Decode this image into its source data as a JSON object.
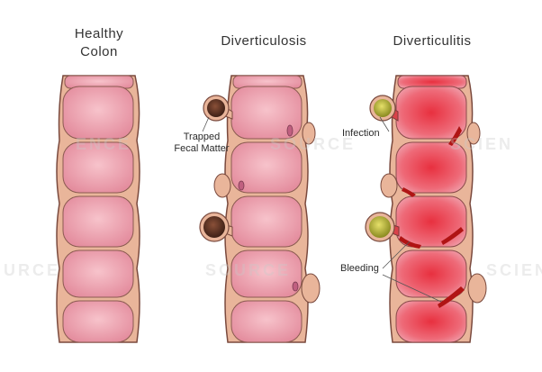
{
  "titles": {
    "healthy_line1": "Healthy",
    "healthy_line2": "Colon",
    "diverticulosis": "Diverticulosis",
    "diverticulitis": "Diverticulitis"
  },
  "labels": {
    "trapped_line1": "Trapped",
    "trapped_line2": "Fecal Matter",
    "infection": "Infection",
    "bleeding": "Bleeding"
  },
  "watermarks": {
    "left": "URCE",
    "mid1": "ENCE",
    "mid2": "SOURCE",
    "mid3": "SOURCE",
    "right1": "SCIEN",
    "right2": "SCIEN"
  },
  "colors": {
    "wall": "#e9b59a",
    "outline": "#7a4a3e",
    "lumen": "#e89aa8",
    "lumen_light": "#f3b9c2",
    "inflamed": "#e8303f",
    "pouch_feces": "#6b3a2a",
    "pus": "#b8b43a",
    "blood": "#b01414"
  }
}
